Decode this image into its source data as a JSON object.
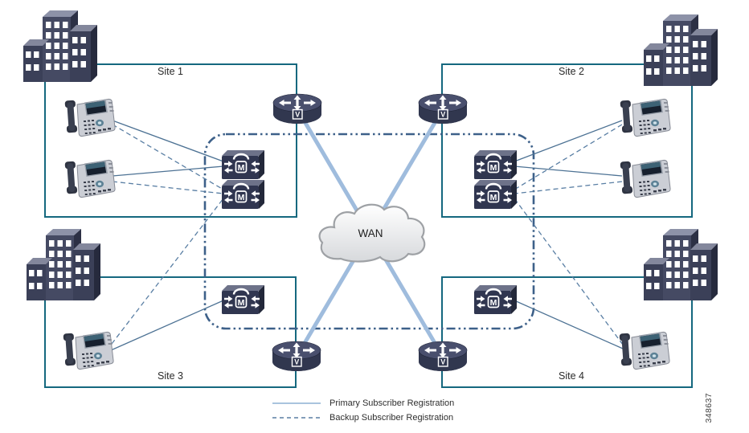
{
  "sites": [
    {
      "label": "Site 1",
      "phones": 2,
      "cucm_servers": 2
    },
    {
      "label": "Site 2",
      "phones": 2,
      "cucm_servers": 2
    },
    {
      "label": "Site 3",
      "phones": 1,
      "cucm_servers": 1
    },
    {
      "label": "Site 4",
      "phones": 1,
      "cucm_servers": 1
    }
  ],
  "wan": {
    "label": "WAN"
  },
  "icons": {
    "router_badge": "V",
    "server_badge": "M",
    "router_icon": "voice-router",
    "server_icon": "cucm-server",
    "phone_icon": "ip-phone",
    "building_icon": "office-building",
    "cloud_icon": "wan-cloud"
  },
  "legend": {
    "items": [
      {
        "line_style": "solid",
        "label": "Primary Subscriber Registration"
      },
      {
        "line_style": "dashed",
        "label": "Backup Subscriber Registration"
      }
    ]
  },
  "figure_number": "348637",
  "connections": {
    "primary_registration": [
      "Site 1 phones -> Site 1 top subscriber",
      "Site 2 phones -> Site 2 top subscriber",
      "Site 3 phone -> Site 3 subscriber",
      "Site 4 phone -> Site 4 subscriber"
    ],
    "backup_registration": [
      "Site 1 phones -> Site 1 bottom subscriber",
      "Site 2 phones -> Site 2 bottom subscriber",
      "Site 3 phone -> Site 1 bottom subscriber",
      "Site 4 phone -> Site 2 bottom subscriber"
    ],
    "wan_links": [
      "Site 1 router - WAN",
      "Site 2 router - WAN",
      "Site 3 router - WAN",
      "Site 4 router - WAN"
    ]
  },
  "colors": {
    "site_border": "#15687f",
    "primary_line": "#4d7294",
    "backup_line": "#5a7fa4",
    "cluster_boundary": "#3d6089",
    "wan_link": "#9fbcdd",
    "legend_solid_sample": "#a9c4de",
    "text": "#2a2a2a"
  }
}
